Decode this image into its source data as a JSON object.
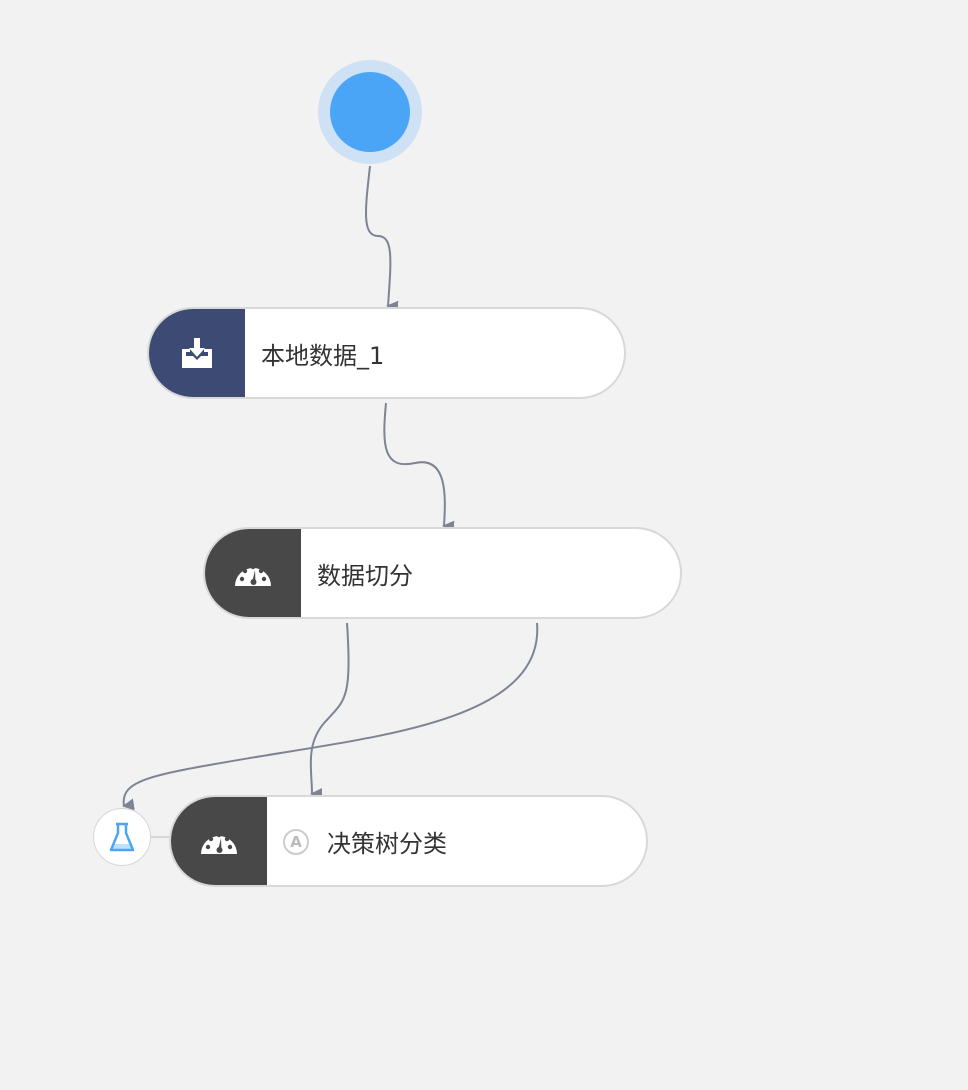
{
  "nodes": {
    "local_data": {
      "label": "本地数据_1",
      "icon": "inbox-download-icon"
    },
    "data_split": {
      "label": "数据切分",
      "icon": "speedometer-icon"
    },
    "decision_tree": {
      "label": "决策树分类",
      "badge": "A",
      "icon": "speedometer-icon"
    }
  },
  "start_node": {
    "icon": "start-circle"
  },
  "eval_port": {
    "icon": "flask-icon"
  },
  "colors": {
    "edge": "#7d8494",
    "local_icon_bg": "#3c4a74",
    "op_icon_bg": "#484848",
    "start_fill": "#4ba5f7",
    "flask": "#4ba5f7"
  }
}
